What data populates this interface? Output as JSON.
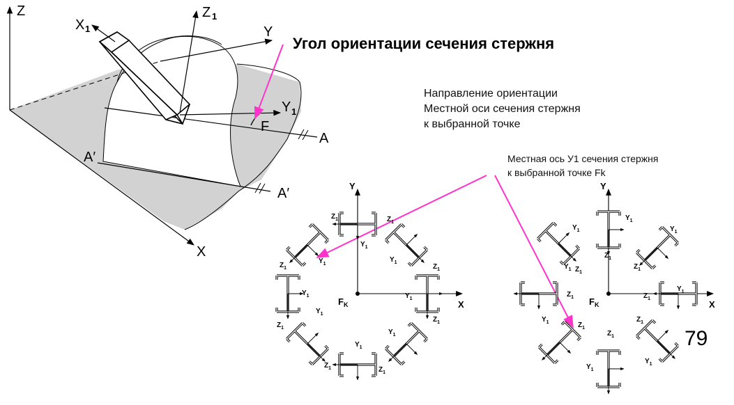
{
  "title": "Угол ориентации сечения стержня",
  "note1": [
    "Направление ориентации",
    "Местной оси сечения стержня",
    "к выбранной точке"
  ],
  "note2": [
    "Местная ось У1 сечения стержня",
    "к выбранной точке Fk"
  ],
  "page_number": "79",
  "left_figure": {
    "axis_z": "Z",
    "axis_y": "Y",
    "axis_x": "X",
    "axis_z1": "Z",
    "axis_x1": "X",
    "axis_y1": "Y",
    "sub1": "1",
    "point_f": "F",
    "line_a": "A",
    "line_a2": "A′",
    "line_a2b": "A′"
  },
  "sections": {
    "axis_y": "Y",
    "axis_x": "X",
    "center": "F",
    "center_sub": "K",
    "y1": "Y",
    "z1": "Z",
    "sub1": "1"
  },
  "colors": {
    "accent": "#ff33cc",
    "fill": "#d0d0d0",
    "line": "#000000"
  }
}
